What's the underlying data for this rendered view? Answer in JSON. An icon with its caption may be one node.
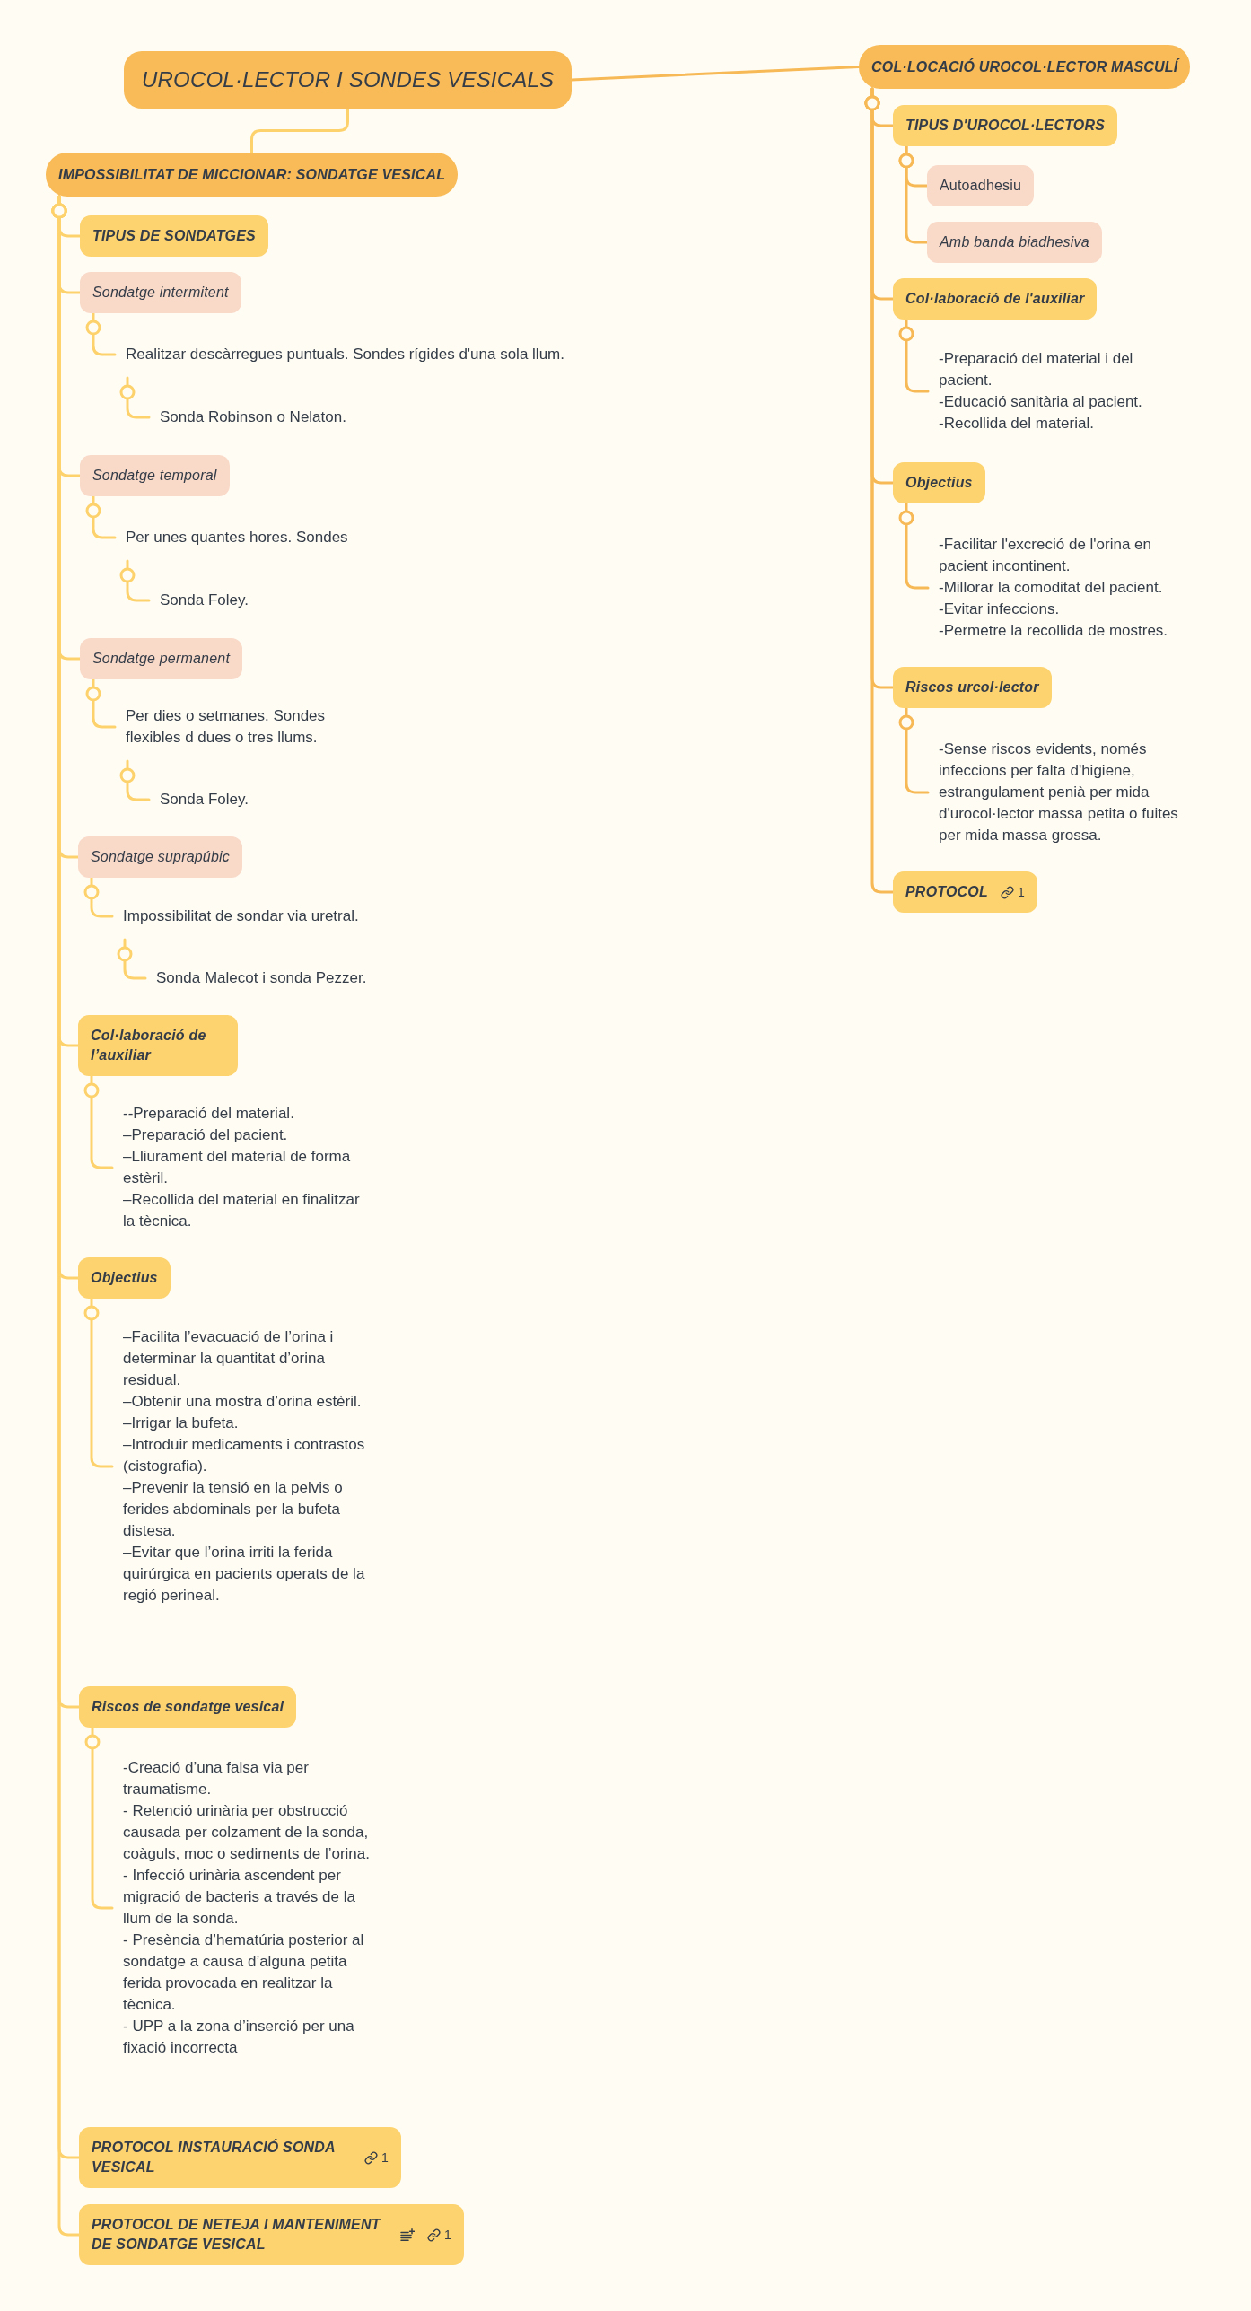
{
  "diagram": {
    "nodes": [
      {
        "text": [
          "UROCOL·LECTOR I SONDES VESICALS"
        ]
      },
      {
        "text": [
          "IMPOSSIBILITAT DE MICCIONAR: SONDATGE VESICAL"
        ]
      },
      {
        "text": [
          "TIPUS DE SONDATGES"
        ]
      },
      {
        "text": [
          "Sondatge intermitent"
        ]
      },
      {
        "text": [
          "Realitzar descàrregues puntuals. Sondes rígides d'una sola llum."
        ]
      },
      {
        "text": [
          "Sonda Robinson o Nelaton."
        ]
      },
      {
        "text": [
          "Sondatge temporal"
        ]
      },
      {
        "text": [
          "Per unes quantes hores. Sondes"
        ]
      },
      {
        "text": [
          "Sonda Foley."
        ]
      },
      {
        "text": [
          "Sondatge permanent"
        ]
      },
      {
        "text": [
          "Per dies o setmanes. Sondes flexibles d dues o tres llums."
        ]
      },
      {
        "text": [
          "Sonda Foley."
        ]
      },
      {
        "text": [
          "Sondatge suprapúbic"
        ]
      },
      {
        "text": [
          "Impossibilitat de sondar via uretral."
        ]
      },
      {
        "text": [
          "Sonda Malecot i sonda Pezzer."
        ]
      },
      {
        "text": [
          "Col·laboració de l’auxiliar"
        ]
      },
      {
        "text": [
          "--Preparació del material.",
          "–Preparació del pacient.",
          "–Lliurament del material de forma estèril.",
          "–Recollida del material en finalitzar la tècnica."
        ]
      },
      {
        "text": [
          "Objectius"
        ]
      },
      {
        "text": [
          "–Facilita l’evacuació de l’orina i determinar la quantitat d’orina residual.",
          "–Obtenir una mostra d’orina estèril.",
          "–Irrigar la bufeta.",
          "–Introduir medicaments i contrastos (cistografia).",
          "–Prevenir la tensió en la pelvis o ferides abdominals per la bufeta distesa.",
          "–Evitar que l’orina irriti la ferida quirúrgica en pacients operats de la regió perineal."
        ]
      },
      {
        "text": [
          "Riscos de sondatge vesical"
        ]
      },
      {
        "text": [
          "-Creació d’una falsa via per traumatisme.",
          "- Retenció urinària per obstrucció causada per colzament de la sonda, coàguls, moc o sediments de l’orina.",
          "- Infecció urinària ascendent per migració de bacteris a través de la llum de la sonda.",
          "- Presència d’hematúria posterior al sondatge a causa d’alguna petita ferida provocada en realitzar la tècnica.",
          "- UPP a la zona d’inserció per una fixació incorrecta"
        ]
      },
      {
        "text": [
          "PROTOCOL INSTAURACIÓ SONDA VESICAL",
          "1"
        ]
      },
      {
        "text": [
          "PROTOCOL DE NETEJA I MANTENIMENT DE SONDATGE VESICAL",
          "1"
        ]
      },
      {
        "text": [
          "COL·LOCACIÓ UROCOL·LECTOR MASCULÍ"
        ]
      },
      {
        "text": [
          "TIPUS D'UROCOL·LECTORS"
        ]
      },
      {
        "text": [
          "Autoadhesiu"
        ]
      },
      {
        "text": [
          "Amb banda biadhesiva"
        ]
      },
      {
        "text": [
          "Col·laboració de l'auxiliar"
        ]
      },
      {
        "text": [
          "-Preparació del material i del pacient.",
          "-Educació sanitària al pacient.",
          "-Recollida del material."
        ]
      },
      {
        "text": [
          "Objectius"
        ]
      },
      {
        "text": [
          "-Facilitar l'excreció de l'orina en pacient incontinent.",
          "-Millorar la comoditat del pacient.",
          "-Evitar infeccions.",
          "-Permetre la recollida de mostres."
        ]
      },
      {
        "text": [
          "Riscos urcol·lector"
        ]
      },
      {
        "text": [
          "-Sense riscos evidents, només infeccions per falta d'higiene, estrangulament penià per mida d'urocol·lector massa petita o fuites per mida massa grossa."
        ]
      },
      {
        "text": [
          "PROTOCOL",
          "1"
        ]
      }
    ],
    "edges": [
      {
        "from": 0,
        "to": 1,
        "arrow": "none"
      },
      {
        "from": 0,
        "to": 23,
        "arrow": "none",
        "color": "#f7b955"
      },
      {
        "from": 1,
        "to": 2,
        "arrow": "other"
      },
      {
        "from": 1,
        "to": 3,
        "arrow": "other"
      },
      {
        "from": 1,
        "to": 6,
        "arrow": "other"
      },
      {
        "from": 1,
        "to": 9,
        "arrow": "other"
      },
      {
        "from": 1,
        "to": 12,
        "arrow": "other"
      },
      {
        "from": 1,
        "to": 15,
        "arrow": "other"
      },
      {
        "from": 1,
        "to": 17,
        "arrow": "other"
      },
      {
        "from": 1,
        "to": 19,
        "arrow": "other"
      },
      {
        "from": 1,
        "to": 21,
        "arrow": "other"
      },
      {
        "from": 1,
        "to": 22,
        "arrow": "other"
      },
      {
        "from": 3,
        "to": 4,
        "arrow": "other"
      },
      {
        "from": 4,
        "to": 5,
        "arrow": "other"
      },
      {
        "from": 6,
        "to": 7,
        "arrow": "other"
      },
      {
        "from": 7,
        "to": 8,
        "arrow": "other"
      },
      {
        "from": 9,
        "to": 10,
        "arrow": "other"
      },
      {
        "from": 10,
        "to": 11,
        "arrow": "other"
      },
      {
        "from": 12,
        "to": 13,
        "arrow": "other"
      },
      {
        "from": 13,
        "to": 14,
        "arrow": "other"
      },
      {
        "from": 15,
        "to": 16,
        "arrow": "other"
      },
      {
        "from": 17,
        "to": 18,
        "arrow": "other"
      },
      {
        "from": 19,
        "to": 20,
        "arrow": "other"
      },
      {
        "from": 23,
        "to": 24,
        "arrow": "other",
        "color": "#f7b955"
      },
      {
        "from": 23,
        "to": 27,
        "arrow": "other",
        "color": "#f7b955"
      },
      {
        "from": 23,
        "to": 29,
        "arrow": "other",
        "color": "#f7b955"
      },
      {
        "from": 23,
        "to": 31,
        "arrow": "other",
        "color": "#f7b955"
      },
      {
        "from": 23,
        "to": 33,
        "arrow": "other",
        "color": "#f7b955"
      },
      {
        "from": 24,
        "to": 25,
        "arrow": "other",
        "color": "#f7b955"
      },
      {
        "from": 24,
        "to": 26,
        "arrow": "other",
        "color": "#f7b955"
      },
      {
        "from": 27,
        "to": 28,
        "arrow": "other",
        "color": "#f7b955"
      },
      {
        "from": 29,
        "to": 30,
        "arrow": "other",
        "color": "#f7b955"
      },
      {
        "from": 31,
        "to": 32,
        "arrow": "other",
        "color": "#f7b955"
      }
    ]
  }
}
